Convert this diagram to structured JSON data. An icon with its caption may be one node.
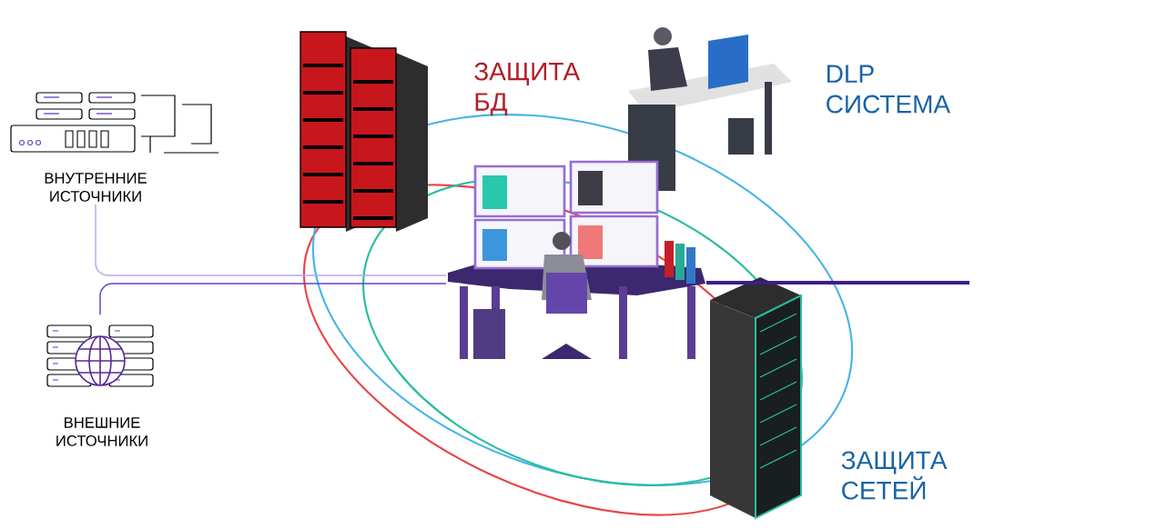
{
  "diagram": {
    "nodes": [
      {
        "text": [
          "ВНУТРЕННИЕ ИСТОЧНИКИ"
        ]
      },
      {
        "text": [],
        "shape": "picture",
        "beside": [
          "ВНЕШНИЕ ИСТОЧНИКИ"
        ]
      },
      {
        "text": [],
        "shape": "picture"
      }
    ],
    "edges": [
      {
        "from": 0,
        "to": 2,
        "arrow": "none",
        "color": "#b9a5ee"
      },
      {
        "from": 1,
        "to": 2,
        "arrow": "none",
        "color": "#6a3fc8"
      },
      {
        "from": 2,
        "to": null,
        "arrow": "none",
        "style": "thick",
        "color": "#3d1d8f"
      }
    ],
    "labels": [
      "ЗАЩИТА БД",
      "DLP СИСТЕМА",
      "ЗАЩИТА СЕТЕЙ"
    ]
  }
}
